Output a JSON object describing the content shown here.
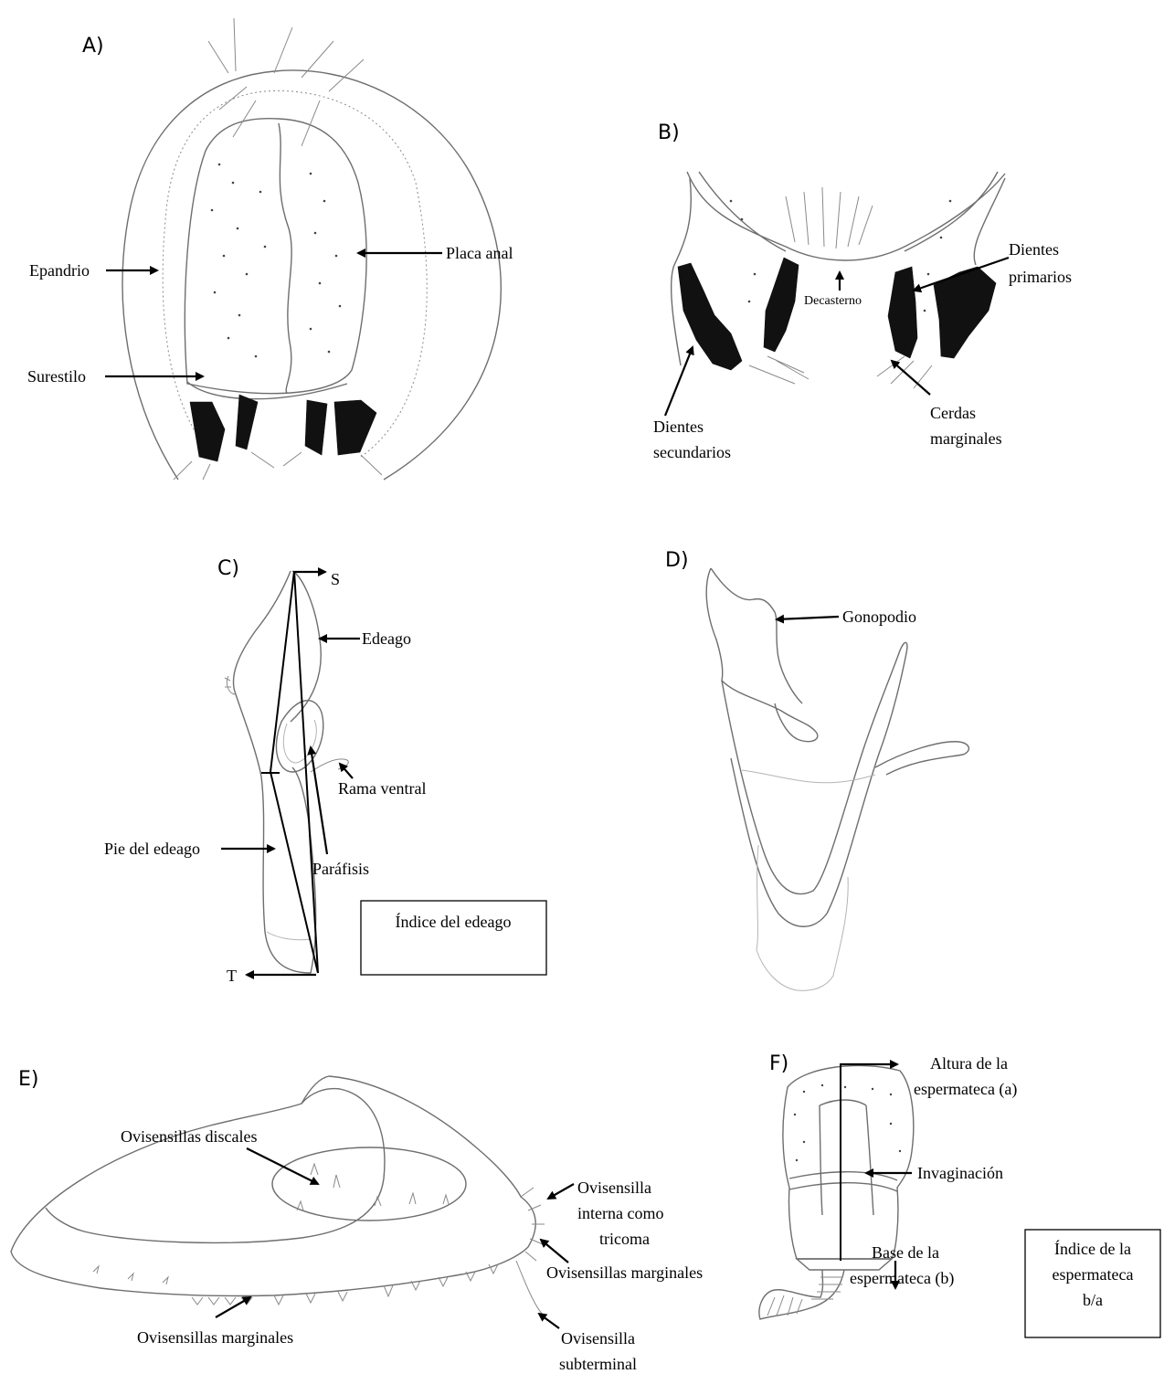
{
  "panels": {
    "a": {
      "letter": "A)",
      "labels": {
        "placa_anal": "Placa anal",
        "epandrio": "Epandrio",
        "surestilo": "Surestilo"
      }
    },
    "b": {
      "letter": "B)",
      "labels": {
        "dientes_primarios": [
          "Dientes",
          "primarios"
        ],
        "decasterno": "Decasterno",
        "dientes_secundarios": [
          "Dientes",
          "secundarios"
        ],
        "cerdas_marginales": [
          "Cerdas",
          "marginales"
        ]
      }
    },
    "c": {
      "letter": "C)",
      "labels": {
        "s": "S",
        "edeago": "Edeago",
        "rama_ventral": "Rama ventral",
        "pie_del_edeago": "Pie del edeago",
        "parafisis": "Paráfisis",
        "t": "T"
      },
      "box_text": "Índice del edeago"
    },
    "d": {
      "letter": "D)",
      "labels": {
        "gonopodio": "Gonopodio"
      }
    },
    "e": {
      "letter": "E)",
      "labels": {
        "ovisensillas_discales": "Ovisensillas discales",
        "ovisensilla_interna": [
          "Ovisensilla",
          "interna como",
          "tricoma"
        ],
        "ovisensillas_marginales_right": "Ovisensillas marginales",
        "ovisensillas_marginales_bottom": "Ovisensillas marginales",
        "ovisensilla_subterminal": [
          "Ovisensilla",
          "subterminal"
        ]
      }
    },
    "f": {
      "letter": "F)",
      "labels": {
        "altura": [
          "Altura de la",
          "espermateca (a)"
        ],
        "invaginacion": "Invaginación",
        "base": [
          "Base de la",
          "espermateca (b)"
        ]
      },
      "box_text": [
        "Índice de la",
        "espermateca",
        "b/a"
      ]
    }
  }
}
